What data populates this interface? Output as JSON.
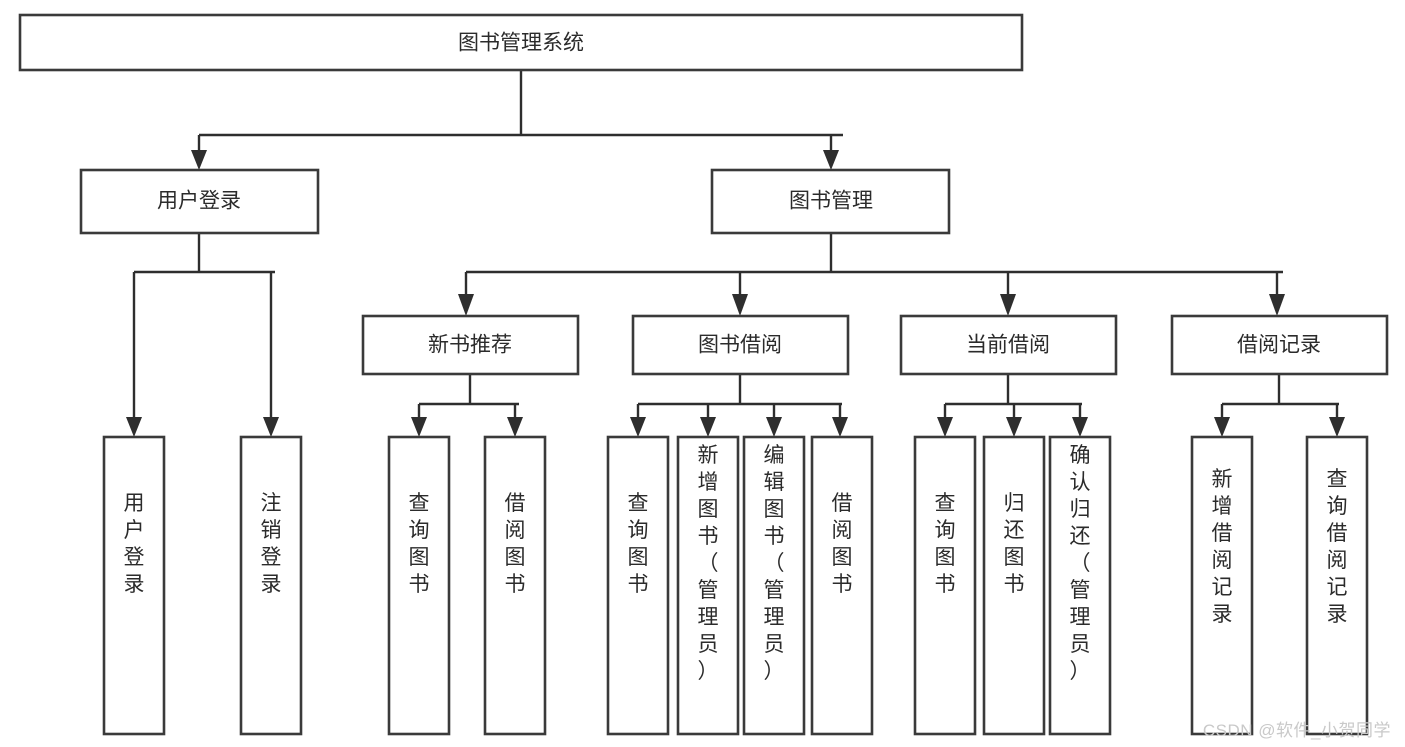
{
  "diagram": {
    "type": "tree",
    "title_node": "图书管理系统",
    "orientation": "top-down",
    "watermark": "CSDN @软件_小贺同学",
    "colors": {
      "box_stroke": "#3a3a3a",
      "connector": "#2e2e2e",
      "text": "#2b2b2b",
      "background": "#ffffff",
      "watermark": "#c9c9c9"
    },
    "levels": {
      "root": {
        "label": "图书管理系统"
      },
      "level2": [
        {
          "id": "user-login",
          "label": "用户登录"
        },
        {
          "id": "book-management",
          "label": "图书管理"
        }
      ],
      "level3": [
        {
          "id": "new-book-recommend",
          "label": "新书推荐",
          "parent": "book-management"
        },
        {
          "id": "book-borrow",
          "label": "图书借阅",
          "parent": "book-management"
        },
        {
          "id": "current-borrow",
          "label": "当前借阅",
          "parent": "book-management"
        },
        {
          "id": "borrow-record",
          "label": "借阅记录",
          "parent": "book-management"
        }
      ],
      "leaves": [
        {
          "id": "leaf-user-login",
          "label": "用户登录",
          "parent": "user-login"
        },
        {
          "id": "leaf-logout",
          "label": "注销登录",
          "parent": "user-login"
        },
        {
          "id": "leaf-query-books-1",
          "label": "查询图书",
          "parent": "new-book-recommend"
        },
        {
          "id": "leaf-borrow-books-1",
          "label": "借阅图书",
          "parent": "new-book-recommend"
        },
        {
          "id": "leaf-query-books-2",
          "label": "查询图书",
          "parent": "book-borrow"
        },
        {
          "id": "leaf-add-book",
          "label": "新增图书（管理员）",
          "parent": "book-borrow"
        },
        {
          "id": "leaf-edit-book",
          "label": "编辑图书（管理员）",
          "parent": "book-borrow"
        },
        {
          "id": "leaf-borrow-books-2",
          "label": "借阅图书",
          "parent": "book-borrow"
        },
        {
          "id": "leaf-query-books-3",
          "label": "查询图书",
          "parent": "current-borrow"
        },
        {
          "id": "leaf-return-book",
          "label": "归还图书",
          "parent": "current-borrow"
        },
        {
          "id": "leaf-confirm-return",
          "label": "确认归还（管理员）",
          "parent": "current-borrow"
        },
        {
          "id": "leaf-add-record",
          "label": "新增借阅记录",
          "parent": "borrow-record"
        },
        {
          "id": "leaf-query-record",
          "label": "查询借阅记录",
          "parent": "borrow-record"
        }
      ]
    }
  }
}
